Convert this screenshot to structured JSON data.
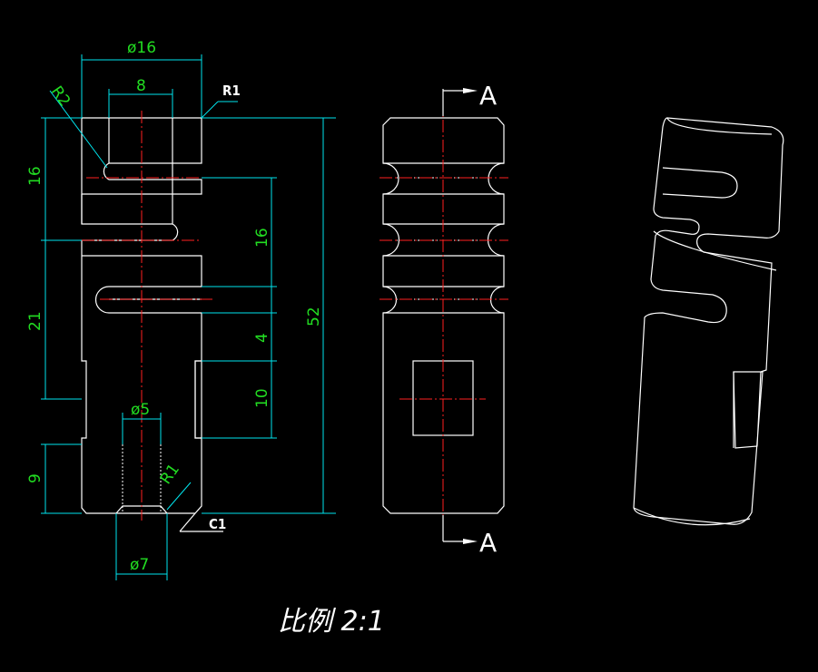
{
  "colors": {
    "background": "#000000",
    "outline": "#ffffff",
    "dimension_line": "#00e5ee",
    "dimension_text": "#22dd22",
    "center_line": "#ff2020"
  },
  "drawing": {
    "front_view": {
      "dims": {
        "dia16": "ø16",
        "width8": "8",
        "r2": "R2",
        "r1_top": "R1",
        "h16_left": "16",
        "h21": "21",
        "h16_right": "16",
        "h4": "4",
        "h52": "52",
        "h10": "10",
        "dia5": "ø5",
        "r1_bottom": "R1",
        "h9": "9",
        "c1": "C1",
        "dia7": "ø7"
      }
    },
    "side_view": {
      "section_mark_top": "A",
      "section_mark_bottom": "A"
    },
    "scale_label": "比例 2:1"
  }
}
